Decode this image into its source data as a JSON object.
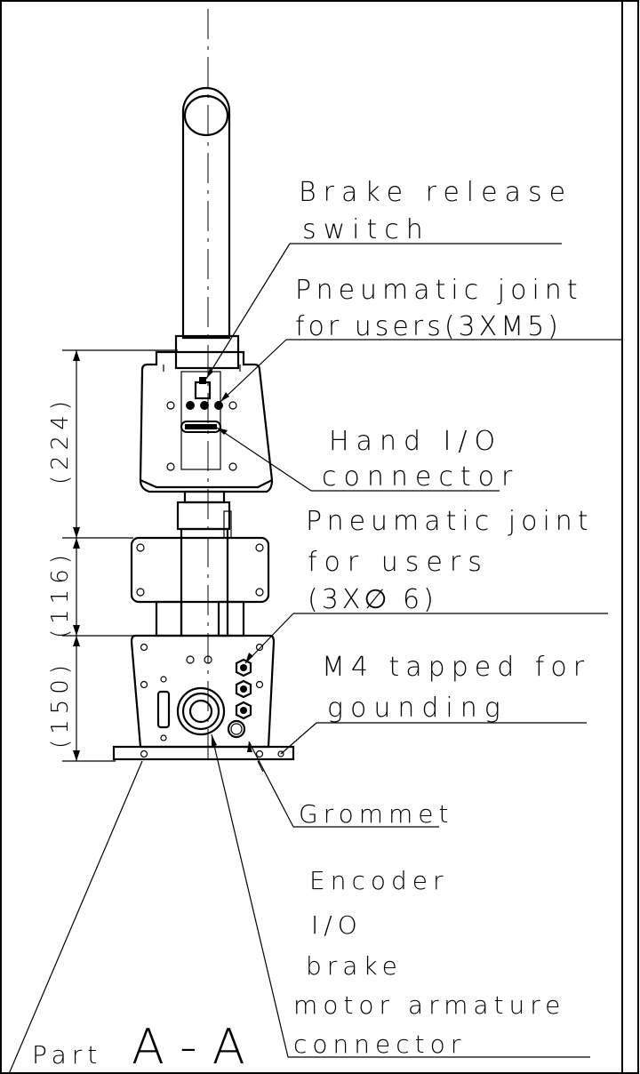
{
  "labels": {
    "brake_release_1": "Brake release",
    "brake_release_2": "switch",
    "pneumatic_users_a_1": "Pneumatic joint",
    "pneumatic_users_a_2": "for users(3XM5)",
    "hand_io_1": "Hand I/O",
    "hand_io_2": "connector",
    "pneumatic_users_b_1": "Pneumatic joint",
    "pneumatic_users_b_2": "for users",
    "pneumatic_users_b_3": "(3X∅ 6)",
    "m4_tapped_1": "M4 tapped for",
    "m4_tapped_2": "gounding",
    "grommet": "Grommet",
    "encoder_1": "Encoder",
    "encoder_2": "I/O",
    "encoder_3": "brake",
    "encoder_4": "motor armature",
    "encoder_5": "connector",
    "part_word": "Part",
    "section_name": "A - A"
  },
  "dimensions": {
    "dim_224": "(224)",
    "dim_116": "(116)",
    "dim_150": "(150)"
  }
}
